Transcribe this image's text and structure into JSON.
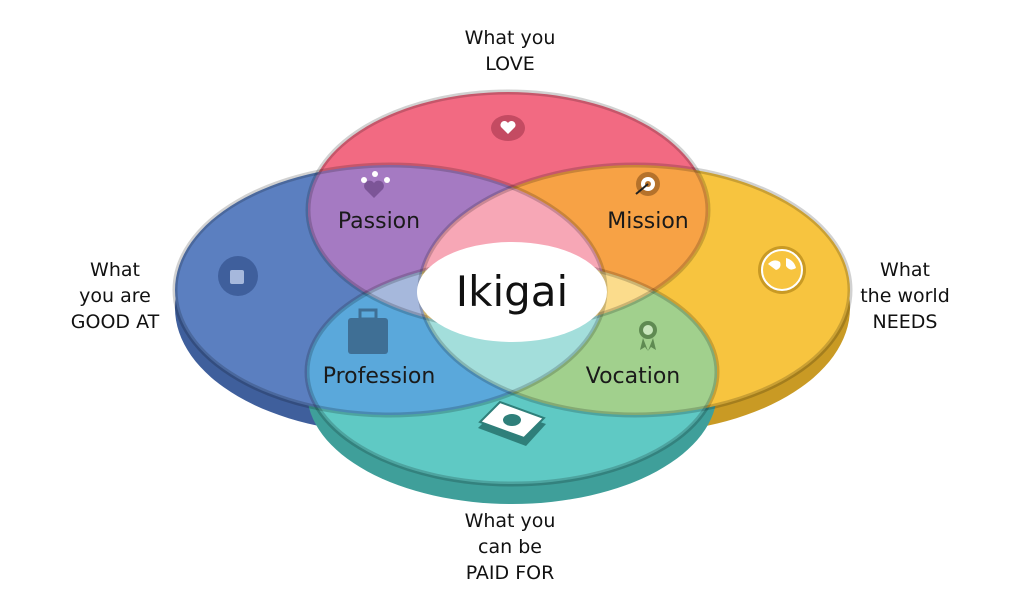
{
  "title": "Ikigai",
  "outer_labels": {
    "love": [
      "What you",
      "LOVE"
    ],
    "good_at": [
      "What",
      "you are",
      "GOOD AT"
    ],
    "world_needs": [
      "What",
      "the world",
      "NEEDS"
    ],
    "paid_for": [
      "What you",
      "can be",
      "PAID FOR"
    ]
  },
  "segments": {
    "passion": "Passion",
    "mission": "Mission",
    "profession": "Profession",
    "vocation": "Vocation"
  },
  "colors": {
    "love": "#f26a82",
    "good_at": "#5b7fc0",
    "world_needs": "#f7c43f",
    "paid_for": "#5fc9c4",
    "passion": "#a57ac2",
    "mission": "#f7a245",
    "profession": "#5aa8db",
    "vocation": "#a1d08d"
  }
}
